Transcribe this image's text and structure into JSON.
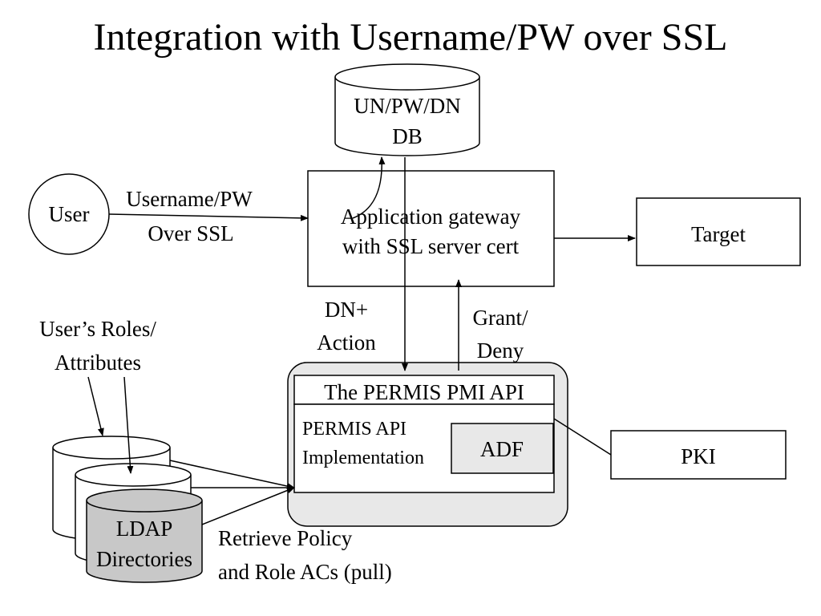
{
  "title": "Integration with Username/PW over SSL",
  "db": {
    "line1": "UN/PW/DN",
    "line2": "DB"
  },
  "user": "User",
  "login": {
    "line1": "Username/PW",
    "line2": "Over SSL"
  },
  "gateway": {
    "line1": "Application gateway",
    "line2": "with SSL server cert"
  },
  "target": "Target",
  "request": {
    "line1": "DN+",
    "line2": "Action"
  },
  "decision": {
    "line1": "Grant/",
    "line2": "Deny"
  },
  "roles": {
    "line1": "User’s Roles/",
    "line2": "Attributes"
  },
  "permis_api": "The PERMIS PMI API",
  "implementation": {
    "line1": "PERMIS API",
    "line2": "Implementation"
  },
  "adf": "ADF",
  "pki": "PKI",
  "ldap": {
    "line1": "LDAP",
    "line2": "Directories"
  },
  "retrieve": {
    "line1": "Retrieve Policy",
    "line2": "and Role ACs (pull)"
  },
  "colors": {
    "permis_fill": "#e8e8e8",
    "ldap_fill": "#c8c8c8"
  }
}
